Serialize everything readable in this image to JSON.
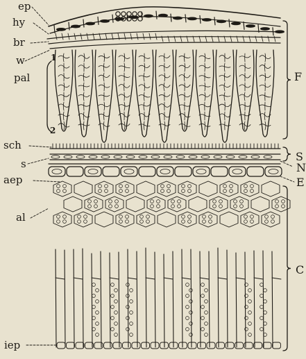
{
  "labels": {
    "ep": "ep",
    "hy": "hy",
    "br": "br",
    "w": "w",
    "pal": "pal",
    "sch": "sch",
    "s": "s",
    "aep": "aep",
    "al": "al",
    "iep": "iep",
    "one": "1",
    "two": "2"
  },
  "brackets": {
    "F": "F",
    "S": "S",
    "N": "N",
    "E": "E",
    "C": "C"
  },
  "colors": {
    "paper": "#e8e2cf",
    "ink": "#1e1b16"
  }
}
